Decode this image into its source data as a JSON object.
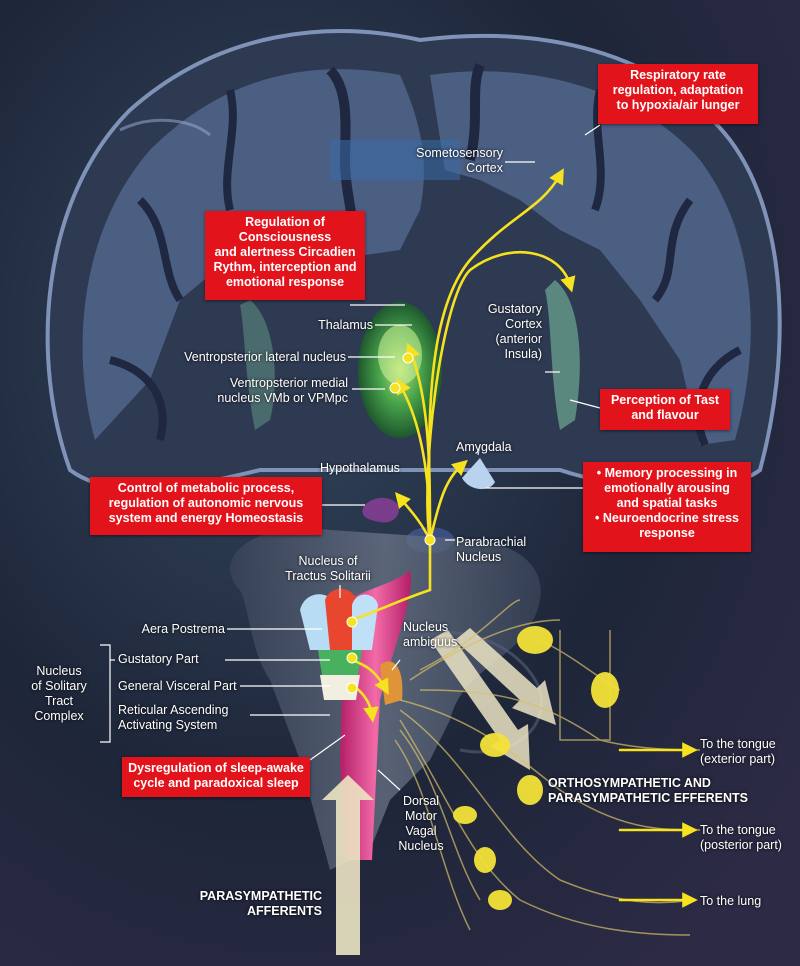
{
  "labels": {
    "somatosensory_cortex": "Sometosensory\nCortex",
    "thalamus": "Thalamus",
    "vpl_nucleus": "Ventropsterior lateral nucleus",
    "vpm_nucleus": "Ventropsterior medial\nnucleus VMb or VPMpc",
    "gustatory_cortex": "Gustatory\nCortex\n(anterior\nInsula)",
    "amygdala": "Amygdala",
    "hypothalamus": "Hypothalamus",
    "parabrachial_nucleus": "Parabrachial\nNucleus",
    "nucleus_tractus_solitarii": "Nucleus of\nTractus Solitarii",
    "aera_postrema": "Aera Postrema",
    "nucleus_ambiguus": "Nucleus\nambiguus",
    "nucleus_solitary_complex": "Nucleus\nof Solitary\nTract\nComplex",
    "gustatory_part": "Gustatory Part",
    "general_visceral_part": "General Visceral Part",
    "reticular_system": "Reticular Ascending\nActivating System",
    "dorsal_motor_vagal": "Dorsal\nMotor\nVagal\nNucleus",
    "to_tongue_exterior": "To the tongue\n(exterior part)",
    "efferents": "ORTHOSYMPATHETIC AND\nPARASYMPATHETIC EFFERENTS",
    "to_tongue_posterior": "To the tongue\n(posterior part)",
    "to_lung": "To the lung",
    "afferents": "PARASYMPATHETIC\nAFFERENTS"
  },
  "callouts": {
    "respiratory": "Respiratory rate\nregulation, adaptation\nto hypoxia/air lunger",
    "consciousness": "Regulation of\nConsciousness\nand alertness Circadien\nRythm, interception and\nemotional response",
    "taste": "Perception of Tast\nand flavour",
    "metabolic": "Control of metabolic process,\nregulation of autonomic nervous\nsystem and energy Homeostasis",
    "memory": "• Memory processing in\nemotionally arousing\nand spatial tasks\n• Neuroendocrine stress\nresponse",
    "sleep": "Dysregulation of sleep-awake\ncycle and paradoxical sleep"
  },
  "colors": {
    "callout_red": "#e2131b",
    "pathway_yellow": "#f6e21e",
    "cortex_blue": "#6f86ad",
    "thalamus_green": "#4bb04a",
    "nts_pink": "#e5358a"
  }
}
